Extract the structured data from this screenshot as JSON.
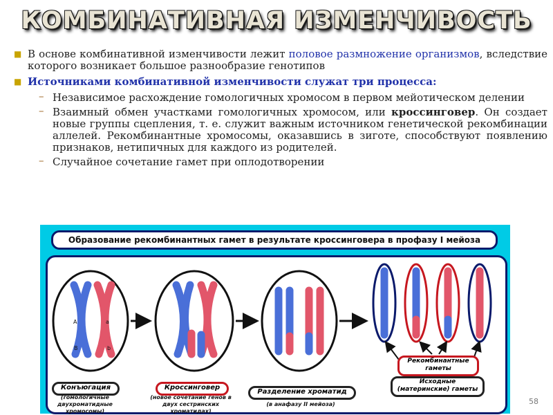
{
  "slide": {
    "title": "КОМБИНАТИВНАЯ ИЗМЕНЧИВОСТЬ",
    "page_number": "58"
  },
  "text": {
    "p1_start": "В основе комбинативной изменчивости лежит ",
    "p1_highlight": "половое размножение организмов",
    "p1_end": ", вследствие которого возникает большое разнообразие генотипов",
    "p2": "Источниками комбинативной изменчивости служат три процесса:",
    "sub1": "Независимое расхождение гомологичных хромосом в первом мейотическом делении",
    "sub2_start": "Взаимный обмен участками гомологичных хромосом, или ",
    "sub2_bold": "кроссинговер",
    "sub2_end": ". Он создает новые группы сцепления, т. е. служит важным источником генетической рекомбинации аллелей. Рекомбинантные хромосомы, оказавшись в зиготе, способствуют появлению признаков, нетипичных для каждого из родителей.",
    "sub3": "Случайное сочетание гамет при оплодотворении"
  },
  "diagram": {
    "title": "Образование рекомбинантных гамет в результате кроссинговера в профазу I мейоза",
    "label_conjugation": "Конъюгация",
    "caption_conjugation": "(гомологичные двухроматидные хромосомы)",
    "label_crossover": "Кроссинговер",
    "caption_crossover": "(новое сочетание генов в двух сестринских хроматидах)",
    "label_separation": "Разделение хроматид",
    "caption_separation": "(в анафазу II мейоза)",
    "label_recombinant": "Рекомбинантные гаметы",
    "label_original": "Исходные (материнские) гаметы",
    "gene_A": "A",
    "gene_a": "a",
    "gene_B": "B",
    "gene_b": "b"
  },
  "colors": {
    "chromosome_blue": "#4a6fd8",
    "chromosome_red": "#e2566a",
    "panel_cyan": "#00cbe6",
    "outline_navy": "#0b1a6b",
    "highlight_red": "#c6171f"
  },
  "icons": {
    "bullet": "square-bullet-icon",
    "sub_bullet": "dash-bullet-icon"
  }
}
